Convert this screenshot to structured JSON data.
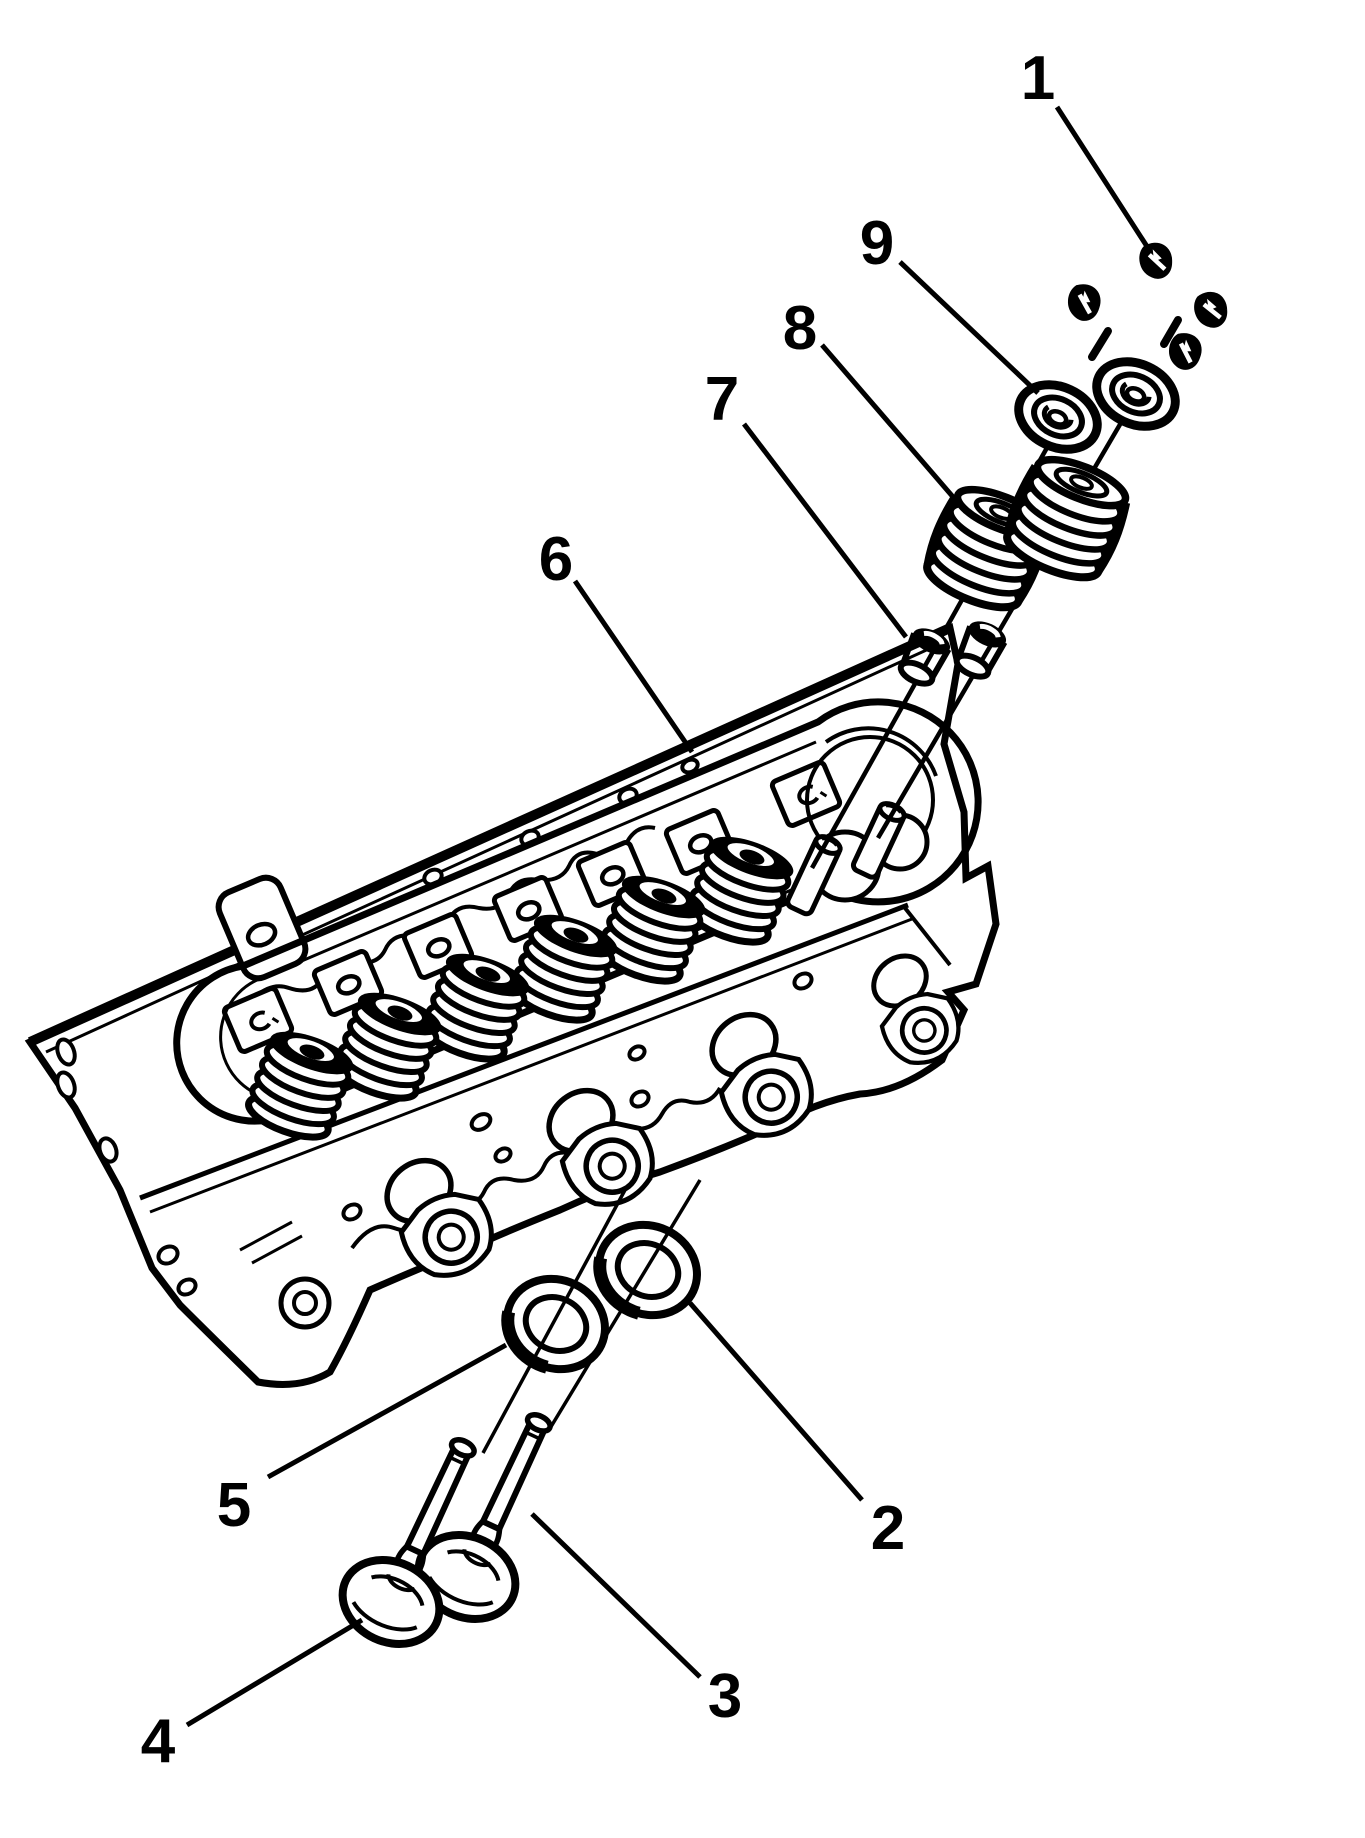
{
  "figure": {
    "type": "exploded-parts-diagram",
    "colors": {
      "line": "#000000",
      "background": "#ffffff"
    }
  },
  "callouts": [
    {
      "label": "1"
    },
    {
      "label": "2"
    },
    {
      "label": "3"
    },
    {
      "label": "4"
    },
    {
      "label": "5"
    },
    {
      "label": "6"
    },
    {
      "label": "7"
    },
    {
      "label": "8"
    },
    {
      "label": "9"
    }
  ]
}
